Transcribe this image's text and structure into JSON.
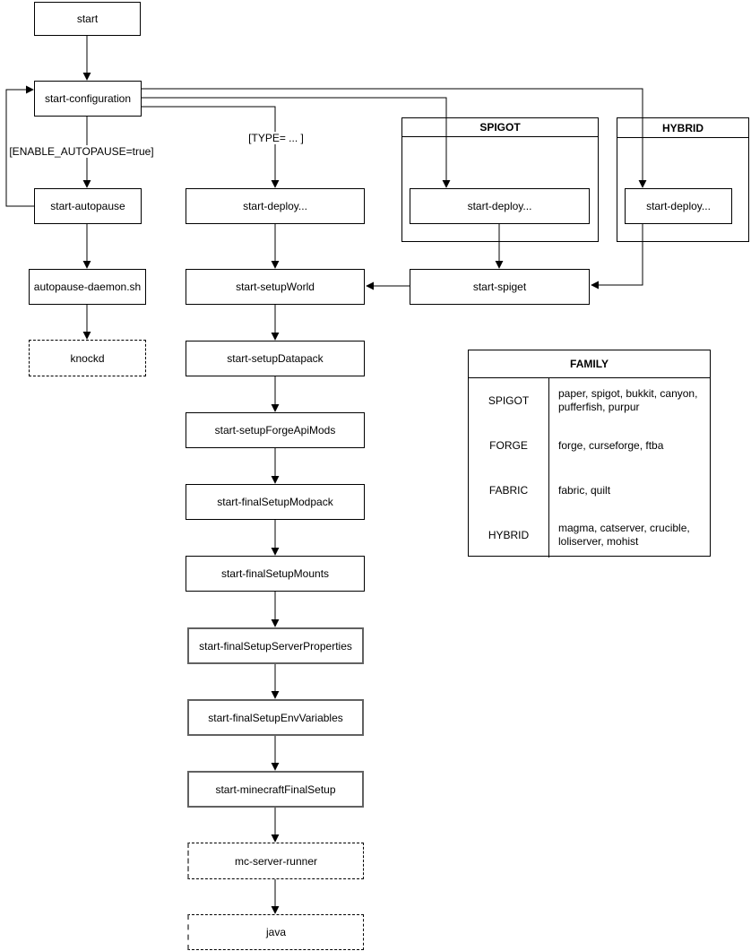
{
  "nodes": {
    "start": "start",
    "start_configuration": "start-configuration",
    "start_autopause": "start-autopause",
    "autopause_daemon": "autopause-daemon.sh",
    "knockd": "knockd",
    "start_deploy": "start-deploy...",
    "start_setup_world": "start-setupWorld",
    "start_setup_datapack": "start-setupDatapack",
    "start_setup_forge_api_mods": "start-setupForgeApiMods",
    "start_final_setup_modpack": "start-finalSetupModpack",
    "start_final_setup_mounts": "start-finalSetupMounts",
    "start_final_setup_server_properties": "start-finalSetupServerProperties",
    "start_final_setup_env_variables": "start-finalSetupEnvVariables",
    "start_minecraft_final_setup": "start-minecraftFinalSetup",
    "mc_server_runner": "mc-server-runner",
    "java": "java",
    "start_spiget": "start-spiget"
  },
  "containers": {
    "spigot": {
      "title": "SPIGOT",
      "node": "start-deploy..."
    },
    "hybrid": {
      "title": "HYBRID",
      "node": "start-deploy..."
    }
  },
  "edge_labels": {
    "enable_autopause": "[ENABLE_AUTOPAUSE=true]",
    "type": "[TYPE= ... ]"
  },
  "family_table": {
    "title": "FAMILY",
    "rows": [
      {
        "family": "SPIGOT",
        "values": "paper, spigot, bukkit, canyon, pufferfish, purpur"
      },
      {
        "family": "FORGE",
        "values": "forge, curseforge, ftba"
      },
      {
        "family": "FABRIC",
        "values": "fabric, quilt"
      },
      {
        "family": "HYBRID",
        "values": "magma, catserver, crucible, loliserver, mohist"
      }
    ]
  },
  "colors": {
    "line": "#000000",
    "muted_border": "#616161",
    "background": "#ffffff"
  }
}
